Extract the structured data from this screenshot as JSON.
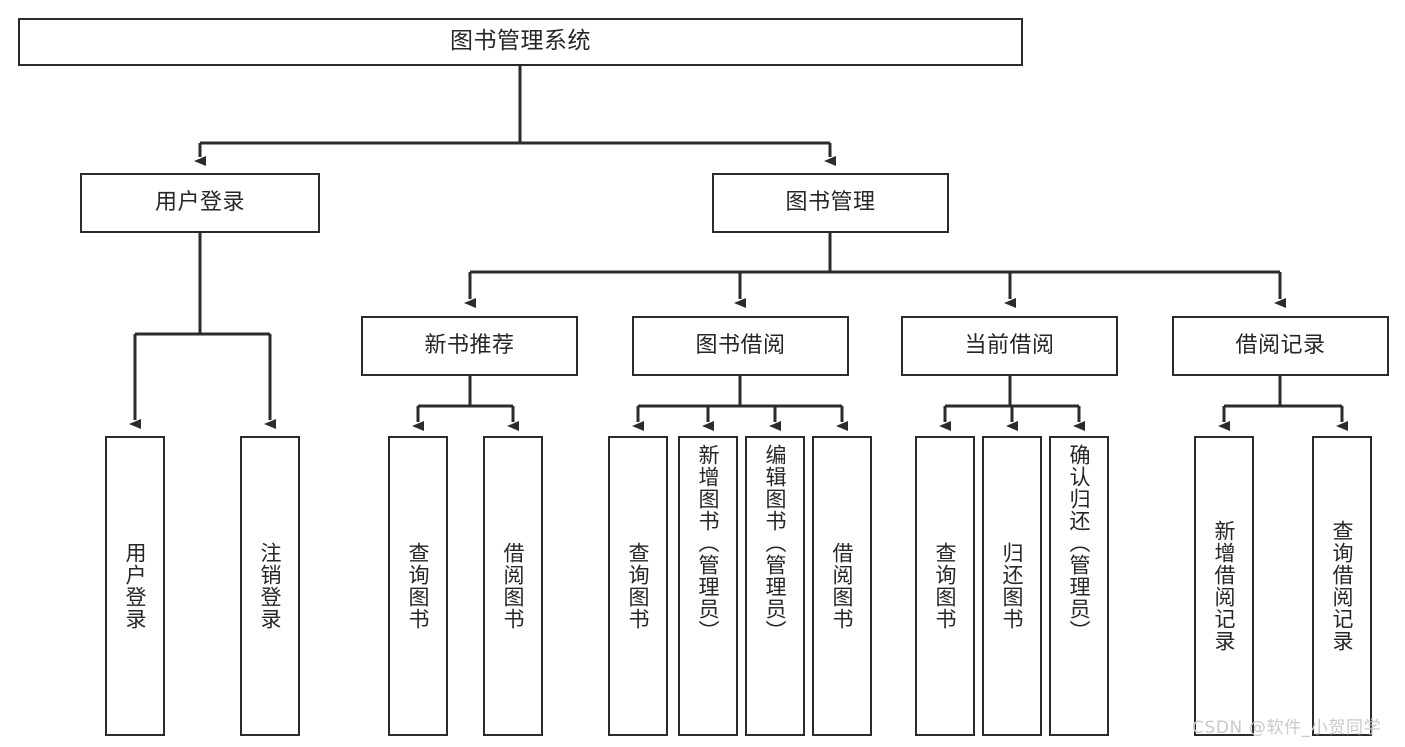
{
  "diagram": {
    "title": "图书管理系统",
    "type": "tree-hierarchy-diagram",
    "watermark": "CSDN @软件_小贺同学",
    "colors": {
      "box_border": "#2b2b2b",
      "box_fill": "#ffffff",
      "connector": "#2b2b2b",
      "text": "#262626",
      "watermark": "#c9c9c9",
      "background": "#ffffff"
    },
    "root": {
      "label": "图书管理系统"
    },
    "level2": [
      {
        "label": "用户登录"
      },
      {
        "label": "图书管理"
      }
    ],
    "level3": [
      {
        "label": "新书推荐"
      },
      {
        "label": "图书借阅"
      },
      {
        "label": "当前借阅"
      },
      {
        "label": "借阅记录"
      }
    ],
    "leaves": {
      "user_login": [
        {
          "label": "用户登录"
        },
        {
          "label": "注销登录"
        }
      ],
      "new_book_recommend": [
        {
          "label": "查询图书"
        },
        {
          "label": "借阅图书"
        }
      ],
      "book_borrow": [
        {
          "label": "查询图书"
        },
        {
          "label": "新增图书（管理员）"
        },
        {
          "label": "编辑图书（管理员）"
        },
        {
          "label": "借阅图书"
        }
      ],
      "current_borrow": [
        {
          "label": "查询图书"
        },
        {
          "label": "归还图书"
        },
        {
          "label": "确认归还（管理员）"
        }
      ],
      "borrow_record": [
        {
          "label": "新增借阅记录"
        },
        {
          "label": "查询借阅记录"
        }
      ]
    }
  }
}
